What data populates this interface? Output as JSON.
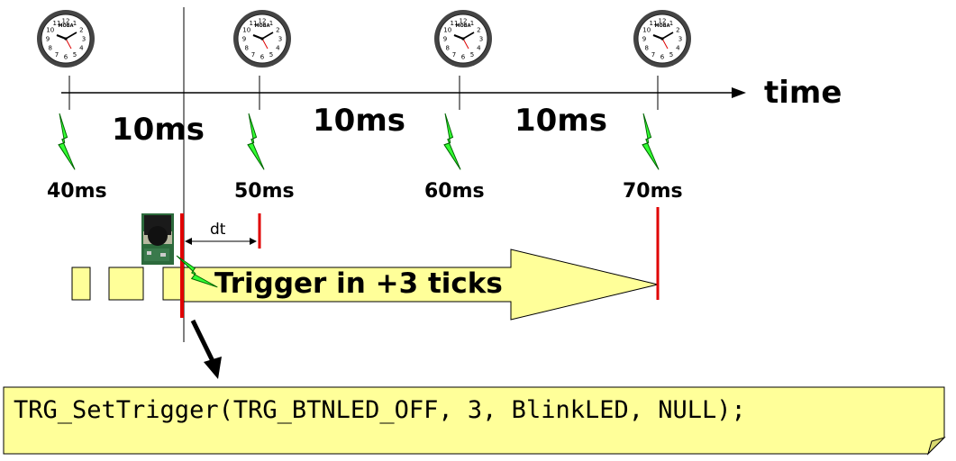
{
  "axis": {
    "label": "time"
  },
  "intervals": [
    {
      "label": "10ms"
    },
    {
      "label": "10ms"
    },
    {
      "label": "10ms"
    }
  ],
  "ticks": [
    {
      "label": "40ms"
    },
    {
      "label": "50ms"
    },
    {
      "label": "60ms"
    },
    {
      "label": "70ms"
    }
  ],
  "clock": {
    "dial_digits": [
      "12",
      "1",
      "2",
      "3",
      "4",
      "5",
      "6",
      "7",
      "8",
      "9",
      "10",
      "11"
    ]
  },
  "dt_label": "dt",
  "trigger_label": "Trigger in +3 ticks",
  "code": "TRG_SetTrigger(TRG_BTNLED_OFF, 3, BlinkLED, NULL);",
  "colors": {
    "arrow_fill": "#FFFF99",
    "lightning": "#33FF33",
    "marker": "#E00000",
    "note_fill": "#FFFF99"
  }
}
